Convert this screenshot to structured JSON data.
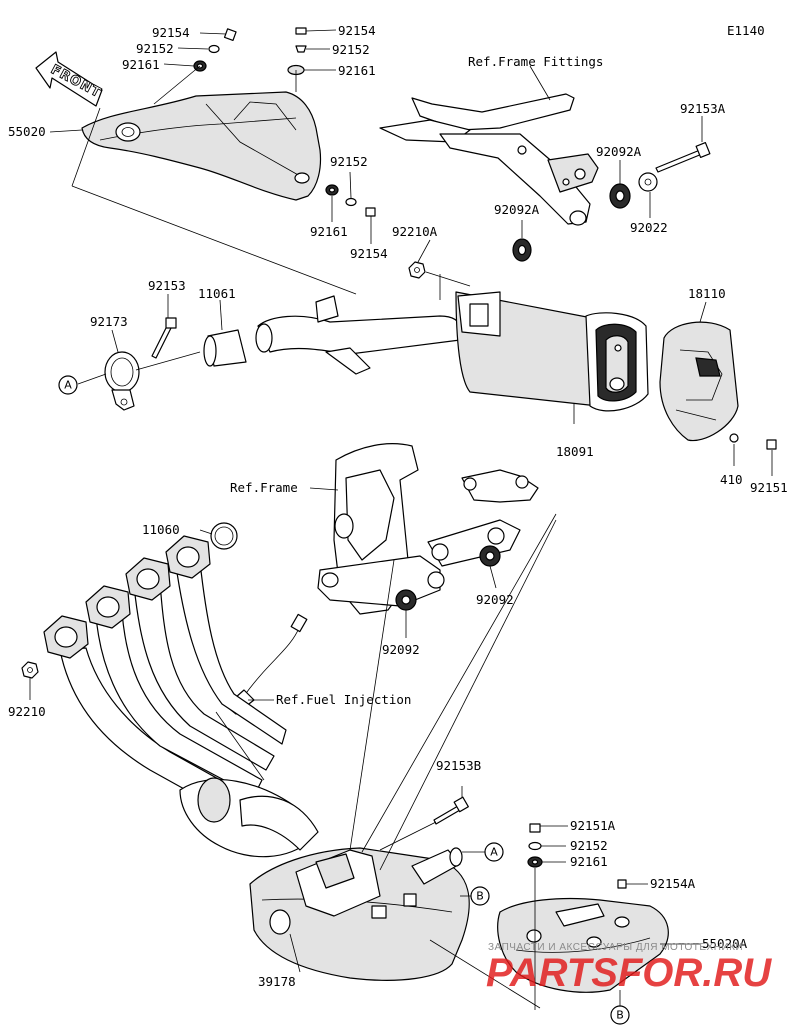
{
  "diagram": {
    "code": "E1140",
    "front_label": "FRONT",
    "references": {
      "frame_fittings": "Ref.Frame Fittings",
      "frame": "Ref.Frame",
      "fuel_injection": "Ref.Fuel Injection"
    },
    "callout_letters": {
      "a_left": "A",
      "a_right": "A",
      "b_upper": "B",
      "b_lower": "B"
    },
    "part_numbers": {
      "p92154_top_left": "92154",
      "p92152_top_left": "92152",
      "p92161_top_left": "92161",
      "p92154_top_mid": "92154",
      "p92152_top_mid": "92152",
      "p92161_top_mid": "92161",
      "p55020": "55020",
      "p92152_mid": "92152",
      "p92161_mid": "92161",
      "p92154_mid": "92154",
      "p92153A": "92153A",
      "p92092A_upper": "92092A",
      "p92022": "92022",
      "p92092A_lower": "92092A",
      "p92210A": "92210A",
      "p92153": "92153",
      "p11061": "11061",
      "p92173": "92173",
      "p18110": "18110",
      "p18091": "18091",
      "p410": "410",
      "p92151": "92151",
      "p11060": "11060",
      "p92092_right": "92092",
      "p92092_center": "92092",
      "p92210": "92210",
      "p92153B": "92153B",
      "p92151A": "92151A",
      "p92152_lower": "92152",
      "p92161_lower": "92161",
      "p92154A": "92154A",
      "p55020A": "55020A",
      "p39178": "39178"
    },
    "watermark": {
      "line1": "ЗАПЧАСТИ И АКСЕССУАРЫ ДЛЯ МОТОТЕХНИКИ",
      "line2": "PARTSFOR.RU",
      "color": "#e01919"
    }
  }
}
